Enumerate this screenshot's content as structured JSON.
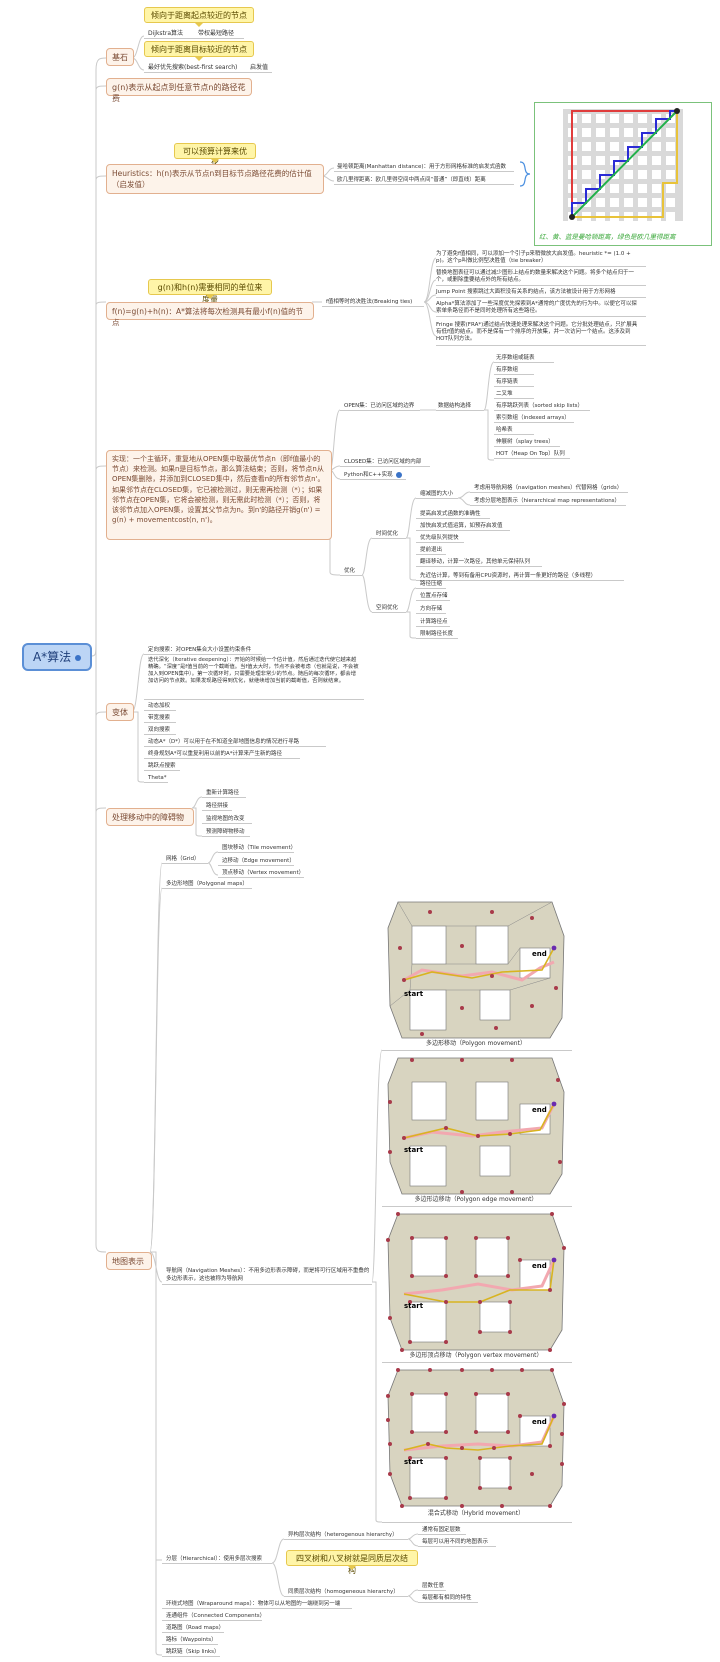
{
  "root": {
    "label": "A*算法"
  },
  "basics": {
    "label": "基石",
    "callout_top": "倾向于距离起点较近的节点",
    "callout_mid": "倾向于距离目标较近的节点",
    "dijkstra": "Dijkstra算法",
    "dijkstra_note": "带权最短路径",
    "bfs": "最好优先搜索(best-first search)",
    "bfs_note": "启发值"
  },
  "gn": {
    "label": "g(n)表示从起点到任意节点n的路径花费"
  },
  "heuristics": {
    "label": "Heuristics：h(n)表示从节点n到目标节点路径花费的估计值（启发值）",
    "callout": "可以预算计算来优化",
    "manhattan": "曼哈顿距离(Manhattan distance)：用于方形网格标准的启发式函数",
    "euclid": "欧几里得距离：欧几里得空间中两点间“普通”（即直线）距离",
    "image_caption": "红、黄、蓝是曼哈顿距离，绿色是欧几里得距离"
  },
  "fn": {
    "label": "f(n)=g(n)+h(n)：A*算法将每次检测具有最小f(n)值的节点",
    "callout": "g(n)和h(n)需要相同的单位来度量",
    "tie": "f值相等时的决胜法(Breaking ties)",
    "tie_items": [
      "为了避免f值相同，可以添加一个引子p来稍微放大启发值。heuristic *= (1.0 + p)。这个p叫做比例型决胜值（tie breaker）",
      "替换地图表征可以通过减少图形上结点的数量来解决这个问题。将多个结点归于一个，或删除重要结点外的所有结点。",
      "Jump Point 搜索跳过大面积没有关系的结点，该方法被设计用于方形网格",
      "Alpha*算法添加了一些深度优先探索到A*通常的广度优先的行为中。以便它可以探索单条路径而不是同时处理所有这些路径。",
      "Fringe 搜索(FRA*)通过结点快速处理来解决这个问题。它分批处理结点，只扩展具有低f值的结点。而不是保有一个排序的开放集，并一次访问一个结点。这涉及到HOT队列方法。"
    ]
  },
  "impl": {
    "label": "实现：一个主循环，重复地从OPEN集中取最优节点n（即f值最小的节点）来检测。如果n是目标节点，那么算法结束；否则，将节点n从OPEN集删除，并添加到CLOSED集中，然后查看n的所有邻节点n'。如果邻节点在CLOSED集，它已被检测过，则无需再检测（*）；如果邻节点在OPEN集，它将会被检测，则无需此时检测（*）；否则，将该邻节点加入OPEN集，设置其父节点为n。到n'的路径开销g(n') = g(n) + movementcost(n, n')。",
    "open": "OPEN集：已访问区域的边界",
    "data_struct": "数据结构选择",
    "ds_items": [
      "无序数组或链表",
      "有序数组",
      "有序链表",
      "二叉堆",
      "有序跳跃列表（sorted skip lists）",
      "索引数组（indexed arrays）",
      "哈希表",
      "伸展树（splay trees）",
      "HOT（Heap On Top）队列"
    ],
    "closed": "CLOSED集：已访问区域的内部",
    "python": "Python和C++实现",
    "optimize": "优化",
    "time_opt": "时间优化",
    "shrink": "缩减图的大小",
    "shrink_items": [
      "考虑用导航网格（navigation meshes）代替网格（grids）",
      "考虑分层地图表示（hierarchical map representations）"
    ],
    "time_items": [
      "提高启发式函数的准确性",
      "加快启发式值运算，如预存启发值",
      "优先级队列提快",
      "提前退出",
      "翻译移动，计算一次路径，其他单元保持队列",
      "先近估计算，等到有备用CPU资源时，再计算一条更好的路径（多线程）"
    ],
    "space_opt": "空间优化",
    "space_items": [
      "路径压缩",
      "位置点存储",
      "方向存储",
      "计算路径点",
      "限制路径长度"
    ]
  },
  "variants": {
    "label": "变体",
    "beam": "定向搜索：对OPEN集合大小设置约束条件",
    "ida": "迭代深化（Iterative deepening）：开始的时候给一个估计值，然后通过迭代使它越来越精确。“深度”是f值当前的一个截断值。当f值太大时，节点不会被考虑（也就是说，不会被加入到OPEN集中）。第一次循环时，只需要处理非常少的节点。随后的每次循环，都会增加访问的节点数。如果发现路径得到优化，就继续增加当前的截断值，否则就结束。",
    "items": [
      "动态加权",
      "带宽搜索",
      "双向搜索",
      "动态A*（D*）可以用于在不知道全部地图信息的情况进行寻路",
      "终身规划A*可以重复利用以前的A*计算来产生新的路径",
      "跳跃点搜索",
      "Theta*"
    ]
  },
  "moving": {
    "label": "处理移动中的障碍物",
    "items": [
      "重新计算路径",
      "路径拼接",
      "监视地图的改变",
      "预测障碍物移动"
    ]
  },
  "maprep": {
    "label": "地图表示",
    "grid": "网格（Grid）",
    "grid_items": [
      "图块移动（Tile movement）",
      "边移动（Edge movement）",
      "顶点移动（Vertex movement）"
    ],
    "polygon": "多边形地图（Polygonal maps）",
    "navmesh": "导航网（Navigation Meshes）：不用多边形表示障碍，而是将可行区域用不重叠的多边形表示，这也被称为导航网",
    "fig_captions": [
      "多边形移动（Polygon movement）",
      "多边形边移动（Polygon edge movement）",
      "多边形顶点移动（Polygon vertex movement）",
      "混合式移动（Hybrid movement）"
    ],
    "start_label": "start",
    "end_label": "end",
    "hier": "分层（Hierarchical）：使用多层次搜索",
    "hetero": "异构层次结构（heterogenous hierarchy）",
    "hetero_items": [
      "通常有固定层数",
      "每层可以用不同的地图表示"
    ],
    "homo": "同质层次结构（homogeneous hierarchy）",
    "homo_items": [
      "层数任意",
      "每层都有相同的特性"
    ],
    "callout": "四叉树和八叉树就是同质层次结构",
    "tail_items": [
      "环绕式地图（Wraparound maps）：物体可以从地图的一端绕到另一端",
      "连通组件（Connected Components）",
      "道路图（Road maps）",
      "路标（Waypoints）",
      "跳跃链（Skip links）"
    ]
  }
}
